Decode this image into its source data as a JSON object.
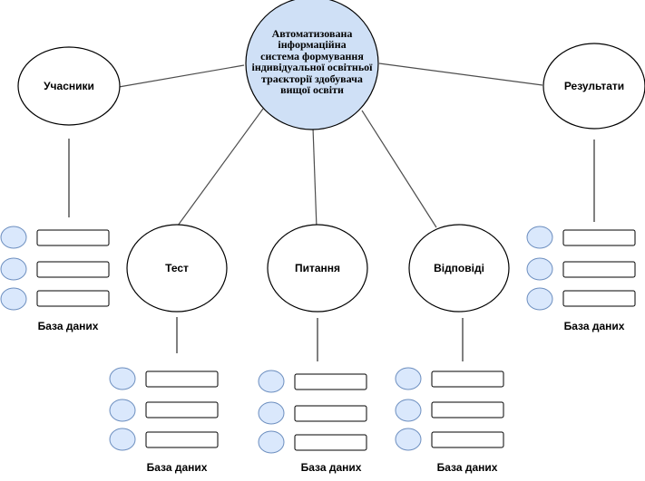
{
  "diagram": {
    "center": {
      "lines": [
        "Автоматизована",
        "інформаційна",
        "система формування",
        "індивідуальної освітньої",
        "траєкторії здобувача",
        "вищої освіти"
      ]
    },
    "nodes": {
      "participants": "Учасники",
      "results": "Результати",
      "test": "Тест",
      "questions": "Питання",
      "answers": "Відповіді"
    },
    "database_label": "База даних"
  },
  "colors": {
    "center_fill": "#cfe0f6",
    "node_fill": "#ffffff",
    "db_circle_fill": "#dae8fc",
    "db_circle_stroke": "#6c8ebf",
    "stroke": "#000000",
    "connector": "#4d4d4d"
  }
}
